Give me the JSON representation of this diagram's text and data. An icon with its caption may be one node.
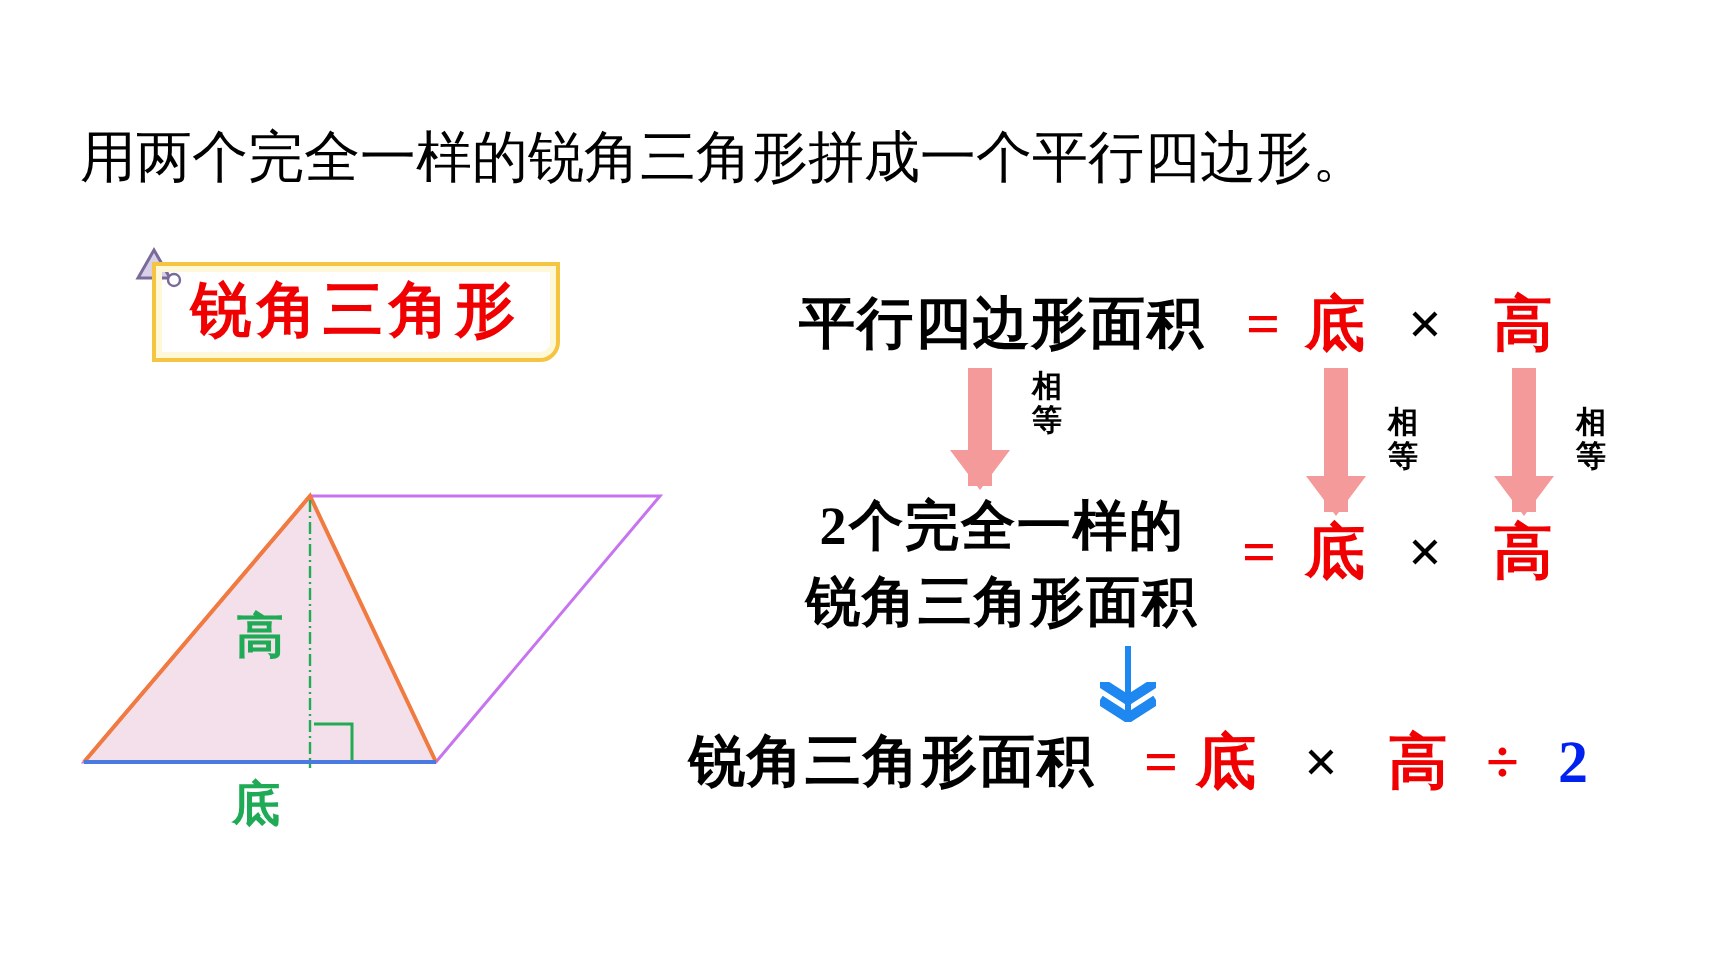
{
  "diagram": {
    "title": "用两个完全一样的锐角三角形拼成一个平行四边形。",
    "nodes": [
      {
        "text": [
          "锐角三角形"
        ]
      },
      {
        "text": [
          "平行四边形面积"
        ]
      },
      {
        "text": [
          "底"
        ]
      },
      {
        "text": [
          "高"
        ]
      },
      {
        "text": [
          "2个完全一样的锐角三角形面积"
        ]
      },
      {
        "text": [
          "底"
        ]
      },
      {
        "text": [
          "高"
        ]
      },
      {
        "text": [
          "锐角三角形面积"
        ]
      }
    ],
    "edges": [
      {
        "from": 1,
        "to": 4,
        "arrow": "to",
        "label": "相等"
      },
      {
        "from": 2,
        "to": 5,
        "arrow": "to",
        "label": "相等"
      },
      {
        "from": 3,
        "to": 6,
        "arrow": "to",
        "label": "相等"
      },
      {
        "from": 4,
        "to": 7,
        "arrow": "to",
        "color": "#1e88f0"
      }
    ],
    "labels": [
      "=",
      "×",
      "=",
      "×",
      "高",
      "=",
      "底",
      "×",
      "高",
      "÷",
      "2",
      "底"
    ]
  }
}
